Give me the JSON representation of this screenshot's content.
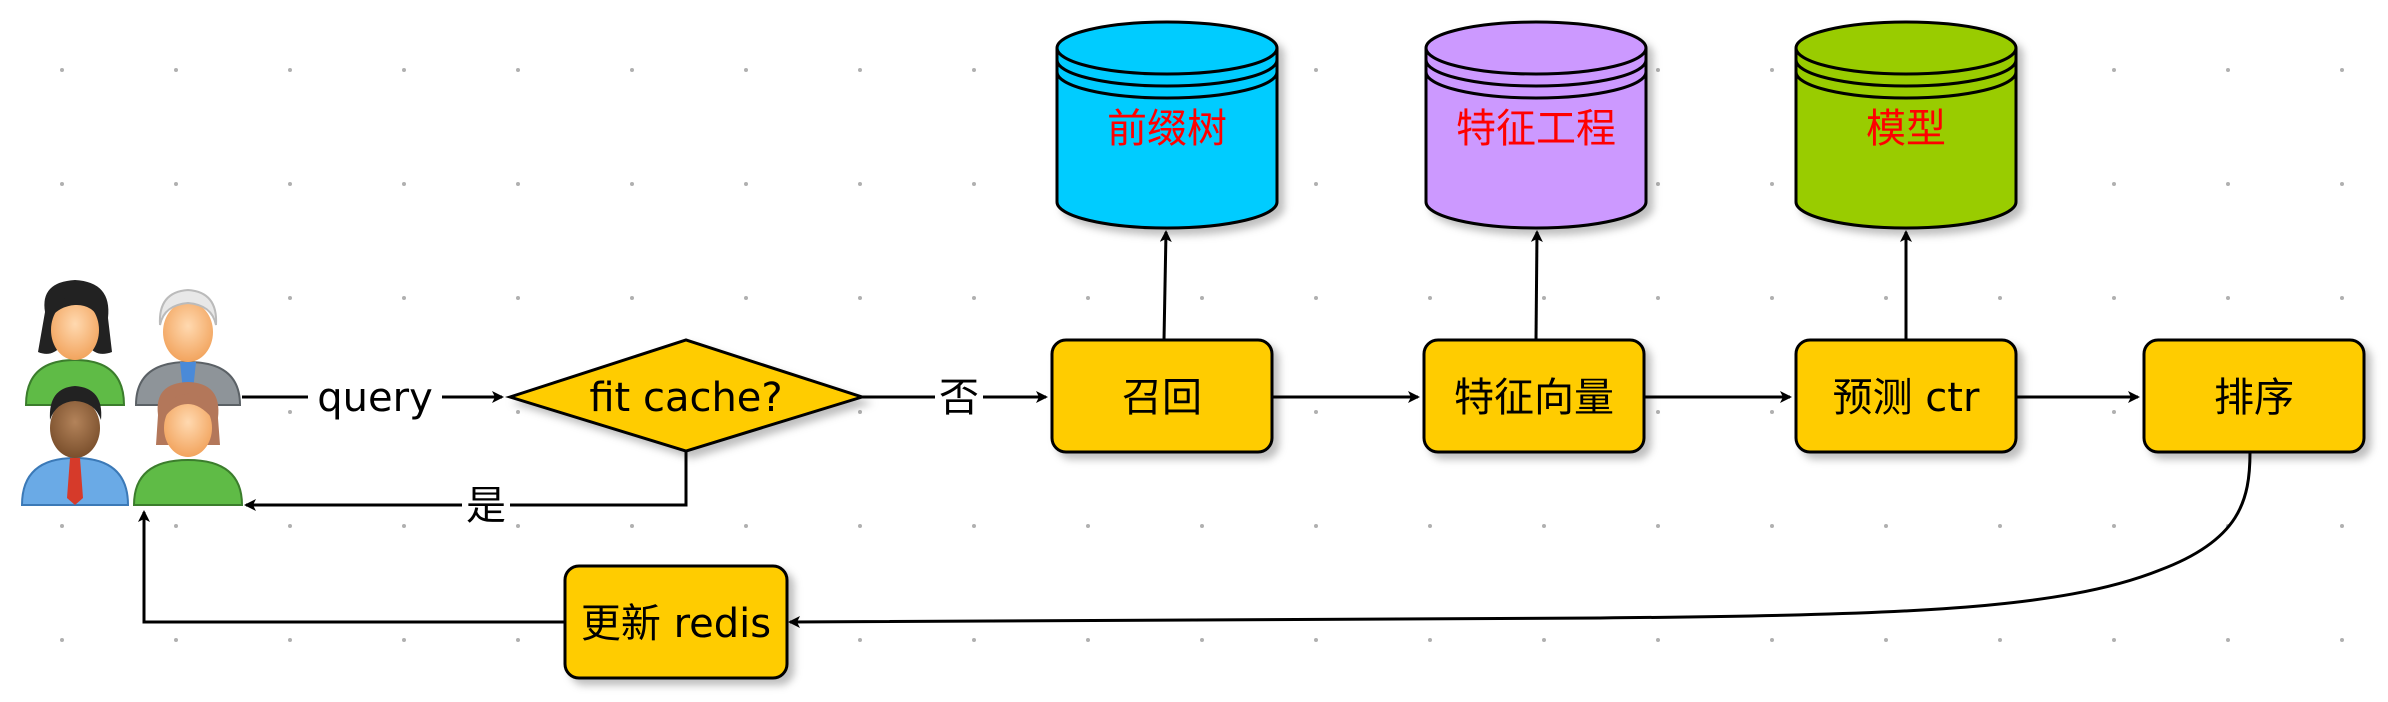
{
  "users": {
    "icon": "users-group-icon"
  },
  "edges": {
    "query_label": "query",
    "no_label": "否",
    "yes_label": "是"
  },
  "decision": {
    "label": "fit cache?",
    "color": "#ffcc00"
  },
  "process": {
    "recall": "召回",
    "feature_vector": "特征向量",
    "predict_ctr": "预测 ctr",
    "ranking": "排序",
    "update_redis": "更新 redis",
    "color": "#ffcc00"
  },
  "databases": {
    "prefix_tree": {
      "label": "前缀树",
      "fill": "#00ccff"
    },
    "feature_engineering": {
      "label": "特征工程",
      "fill": "#cc99ff"
    },
    "model": {
      "label": "模型",
      "fill": "#99cc00"
    },
    "label_color": "#ff0000"
  }
}
